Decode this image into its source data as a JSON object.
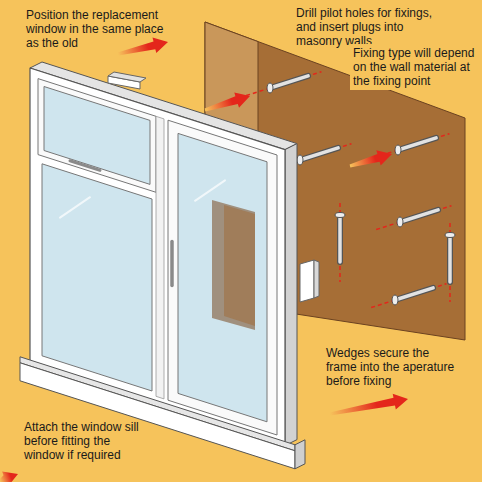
{
  "diagram": {
    "labels": [
      "Position the replacement window in the same place as the old",
      "Drill pilot holes for fixings, and insert plugs into masonry walls",
      "Fixing type will depend on the wall material at the fixing point",
      "Wedges secure the frame into the aperature before fixing",
      "Attach the window sill before fitting the window if required"
    ]
  }
}
